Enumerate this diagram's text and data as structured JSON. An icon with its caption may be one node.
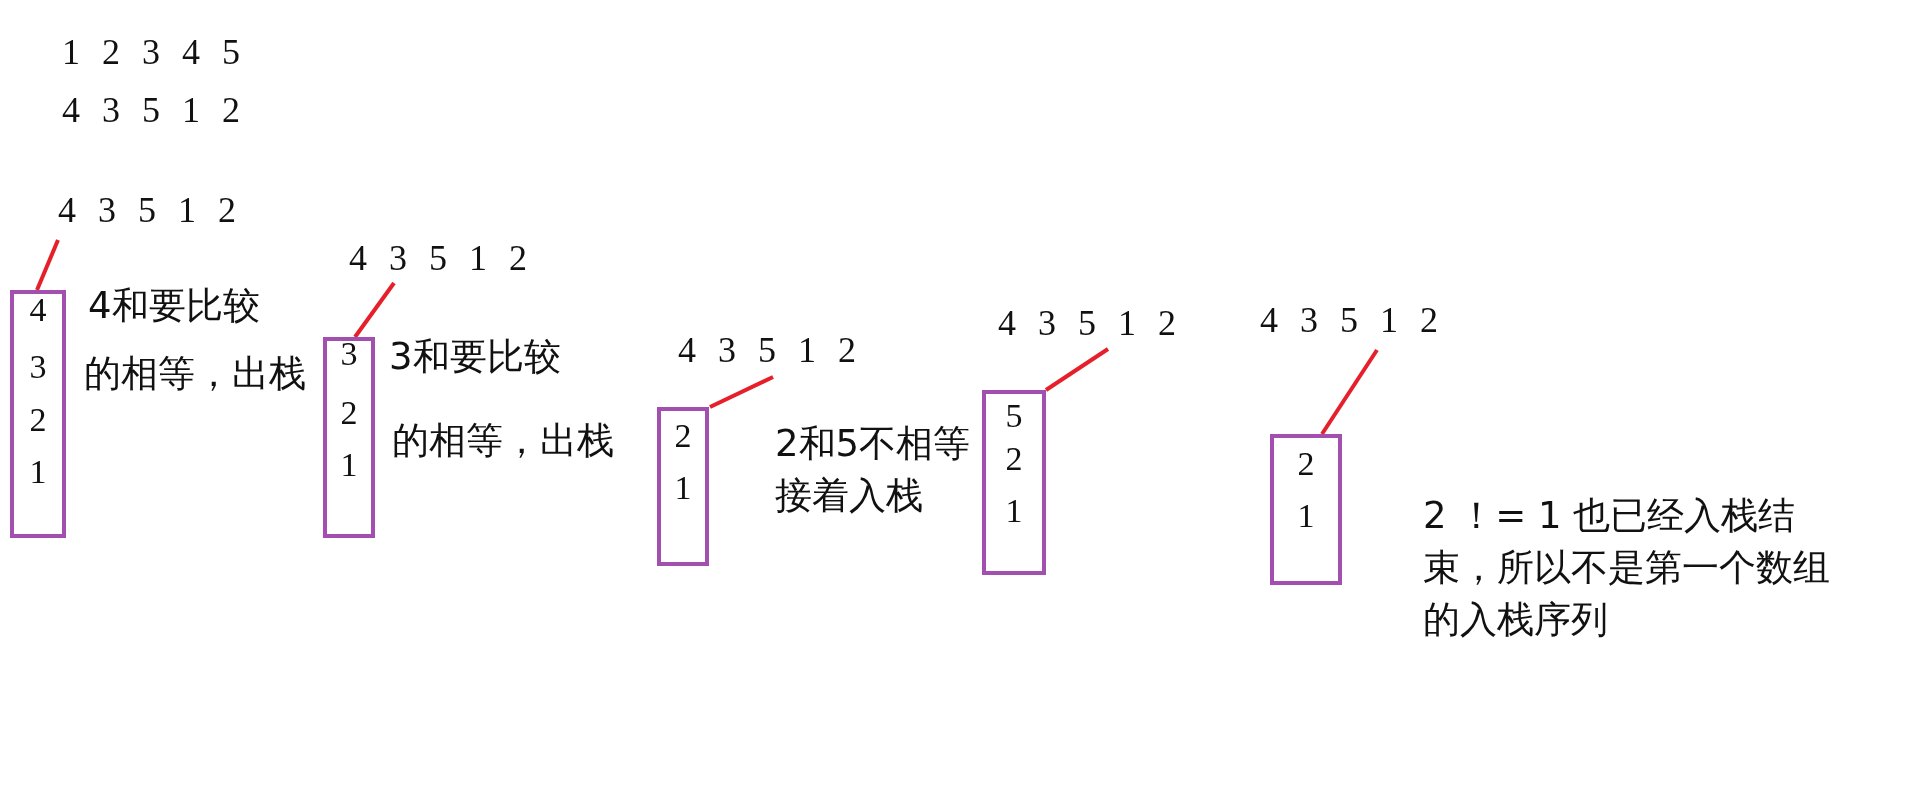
{
  "diagram": {
    "nodes": [
      {
        "text": [
          "4 3 5 1 2"
        ]
      },
      {
        "text": [
          "4",
          "3",
          "2",
          "1"
        ]
      },
      {
        "text": [
          "4 3 5 1 2"
        ]
      },
      {
        "text": [
          "3",
          "2",
          "1"
        ]
      },
      {
        "text": [
          "4 3 5 1 2"
        ]
      },
      {
        "text": [
          "2",
          "1"
        ]
      },
      {
        "text": [
          "4 3 5 1 2"
        ]
      },
      {
        "text": [
          "5",
          "2",
          "1"
        ]
      },
      {
        "text": [
          "4 3 5 1 2"
        ]
      },
      {
        "text": [
          "2",
          "1"
        ]
      }
    ],
    "edges": [
      {
        "from": 0,
        "to": 1,
        "arrow": "none"
      },
      {
        "from": 2,
        "to": 3,
        "arrow": "none"
      },
      {
        "from": 4,
        "to": 5,
        "arrow": "none"
      },
      {
        "from": 6,
        "to": 7,
        "arrow": "none"
      },
      {
        "from": 8,
        "to": 9,
        "arrow": "none"
      }
    ],
    "labels": [
      "1 2 3 4 5",
      "4 3 5 1 2",
      "4和要比较",
      "的相等，出栈",
      "3和要比较",
      "的相等，出栈",
      "2和5不相等接着入栈",
      "2 ！= 1 也已经入栈结束，所以不是第一个数组的入栈序列"
    ]
  }
}
